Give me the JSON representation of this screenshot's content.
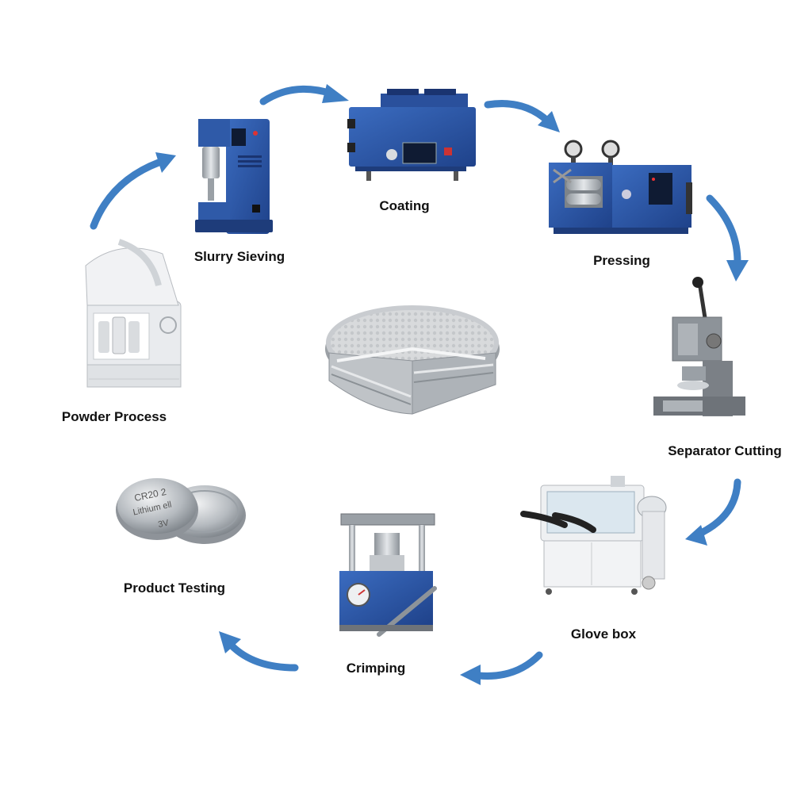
{
  "diagram": {
    "type": "process-cycle",
    "colors": {
      "arrow": "#3f7fc4",
      "machine_blue": "#2f5aa8",
      "machine_dark": "#1e3c7a",
      "steel": "#b9bec4",
      "label": "#111111"
    },
    "steps": [
      {
        "id": "powder",
        "label": "Powder Process",
        "icon": "planetary-ball-mill-icon"
      },
      {
        "id": "sieving",
        "label": "Slurry Sieving",
        "icon": "slurry-mixer-icon"
      },
      {
        "id": "coating",
        "label": "Coating",
        "icon": "coating-machine-icon"
      },
      {
        "id": "pressing",
        "label": "Pressing",
        "icon": "roller-press-icon"
      },
      {
        "id": "cutting",
        "label": "Separator Cutting",
        "icon": "disc-cutter-icon"
      },
      {
        "id": "glovebox",
        "label": "Glove box",
        "icon": "glove-box-icon"
      },
      {
        "id": "crimping",
        "label": "Crimping",
        "icon": "crimping-machine-icon"
      },
      {
        "id": "testing",
        "label": "Product Testing",
        "icon": "coin-cells-icon"
      }
    ],
    "center_icon": "coin-cell-cross-section-icon",
    "product_print": {
      "line1": "CR20  2",
      "line2": "Lithium    ell",
      "line3": "3V"
    }
  }
}
